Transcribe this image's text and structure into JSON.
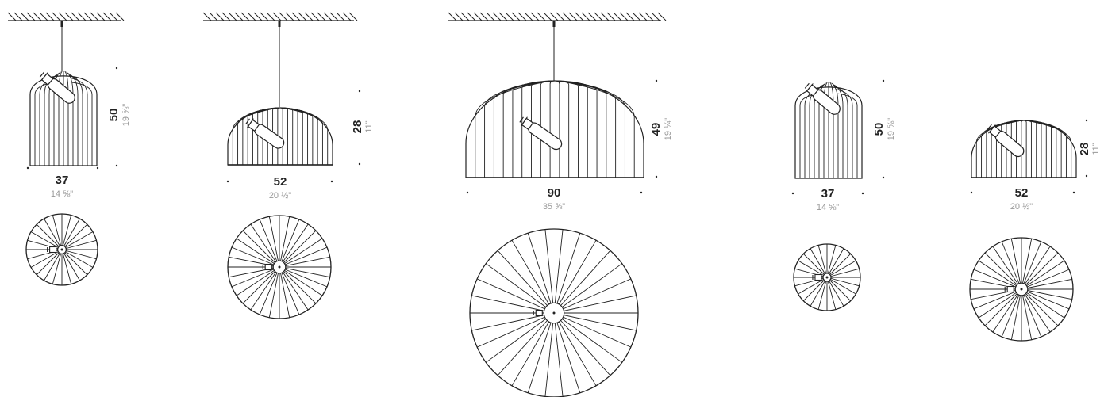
{
  "lamps": [
    {
      "id": "small-tall-hanging",
      "variant": "tall",
      "mount": "pendant",
      "width_cm": "37",
      "width_in": "14 ⅝\"",
      "height_cm": "50",
      "height_in": "19 ⅝\""
    },
    {
      "id": "medium-dome-hanging",
      "variant": "dome",
      "mount": "pendant",
      "width_cm": "52",
      "width_in": "20 ½\"",
      "height_cm": "28",
      "height_in": "11\""
    },
    {
      "id": "large-dome-hanging",
      "variant": "dome",
      "mount": "pendant",
      "width_cm": "90",
      "width_in": "35 ⅝\"",
      "height_cm": "49",
      "height_in": "19 ¼\""
    },
    {
      "id": "small-tall-table",
      "variant": "tall",
      "mount": "standing",
      "width_cm": "37",
      "width_in": "14 ⅝\"",
      "height_cm": "50",
      "height_in": "19 ⅝\""
    },
    {
      "id": "medium-dome-table",
      "variant": "dome",
      "mount": "standing",
      "width_cm": "52",
      "width_in": "20 ½\"",
      "height_cm": "28",
      "height_in": "11\""
    }
  ],
  "colors": {
    "line": "#222222",
    "dimension_imperial": "#999999"
  },
  "icons": [
    "ceiling-hatch-icon",
    "lamp-side-view",
    "lamp-top-view",
    "bulb-icon"
  ]
}
